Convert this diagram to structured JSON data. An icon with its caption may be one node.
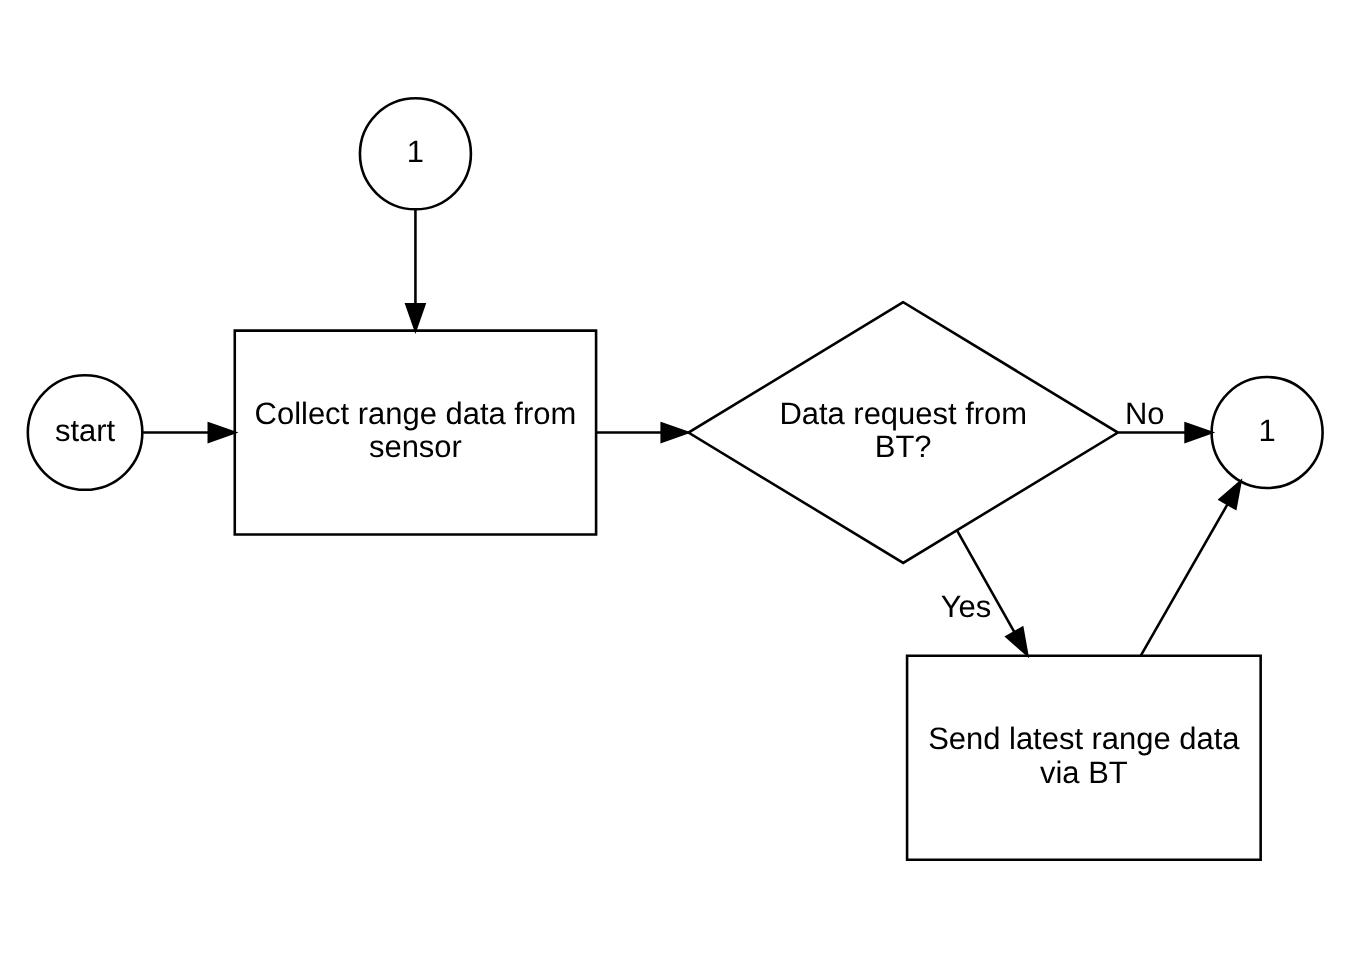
{
  "diagram": {
    "nodes": [
      {
        "text": [
          "1"
        ]
      },
      {
        "text": [
          "start"
        ]
      },
      {
        "text": [
          "Collect range data from sensor"
        ]
      },
      {
        "text": [
          "Data request from BT?"
        ]
      },
      {
        "text": [
          "1"
        ]
      },
      {
        "text": [
          "Send latest range data via BT"
        ]
      }
    ],
    "edges": [
      {
        "from": 0,
        "to": 2,
        "arrow": "to"
      },
      {
        "from": 1,
        "to": 2,
        "arrow": "to"
      },
      {
        "from": 2,
        "to": 3,
        "arrow": "to"
      },
      {
        "from": 3,
        "to": 4,
        "arrow": "to",
        "label": "No"
      },
      {
        "from": 3,
        "to": 5,
        "arrow": "to",
        "label": "Yes"
      },
      {
        "from": 5,
        "to": 4,
        "arrow": "to"
      }
    ]
  }
}
